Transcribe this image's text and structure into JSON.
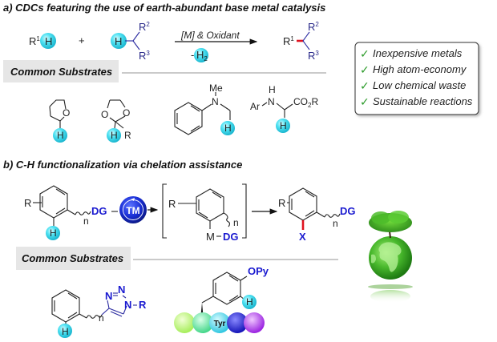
{
  "section_a": {
    "title": "a) CDCs featuring the use of earth-abundant base metal catalysis",
    "reactant1": {
      "R": "R",
      "sup": "1",
      "H": "H"
    },
    "plus": "+",
    "reactant2": {
      "H": "H",
      "R2": "R",
      "R2_sup": "2",
      "R3": "R",
      "R3_sup": "3"
    },
    "conditions_top": "[M] & Oxidant",
    "conditions_bottom_minus": "-",
    "conditions_bottom_H": "H",
    "conditions_bottom_sub": "2",
    "product": {
      "R1": "R",
      "R1_sup": "1",
      "R2": "R",
      "R2_sup": "2",
      "R3": "R",
      "R3_sup": "3"
    },
    "substrates_label": "Common Substrates",
    "substrates": {
      "thf": {
        "O": "O",
        "H": "H"
      },
      "dioxolane": {
        "O1": "O",
        "O2": "O",
        "R": "R",
        "H": "H"
      },
      "amine": {
        "Me": "Me",
        "N": "N",
        "H": "H"
      },
      "glycine": {
        "Ar": "Ar",
        "NH_H": "H",
        "N": "N",
        "CO2R_a": "CO",
        "CO2R_sub": "2",
        "CO2R_b": "R",
        "H": "H"
      }
    }
  },
  "benefits": {
    "check_glyph": "✓",
    "items": [
      "Inexpensive metals",
      "High atom-economy",
      "Low chemical waste",
      "Sustainable reactions"
    ]
  },
  "section_b": {
    "title": "b) C-H functionalization via chelation assistance",
    "start": {
      "R": "R",
      "DG": "DG",
      "n": "n",
      "H": "H"
    },
    "catalyst": "TM",
    "intermediate": {
      "R": "R",
      "M": "M",
      "DG": "DG",
      "n": "n"
    },
    "product": {
      "R": "R",
      "X": "X",
      "DG": "DG",
      "n": "n"
    },
    "substrates_label": "Common Substrates",
    "substrates": {
      "triazole": {
        "N1": "N",
        "N2": "N",
        "N3": "N",
        "R": "R",
        "n": "n",
        "H": "H"
      },
      "peptide": {
        "OPy": "OPy",
        "Tyr": "Tyr",
        "H": "H"
      }
    }
  },
  "colors": {
    "h_highlight": "#35d6ea",
    "dg_blue": "#1a1ad0",
    "new_bond_red": "#e0121f",
    "check_green": "#2a9a28",
    "catalyst_blue": "#1a2fd6"
  }
}
